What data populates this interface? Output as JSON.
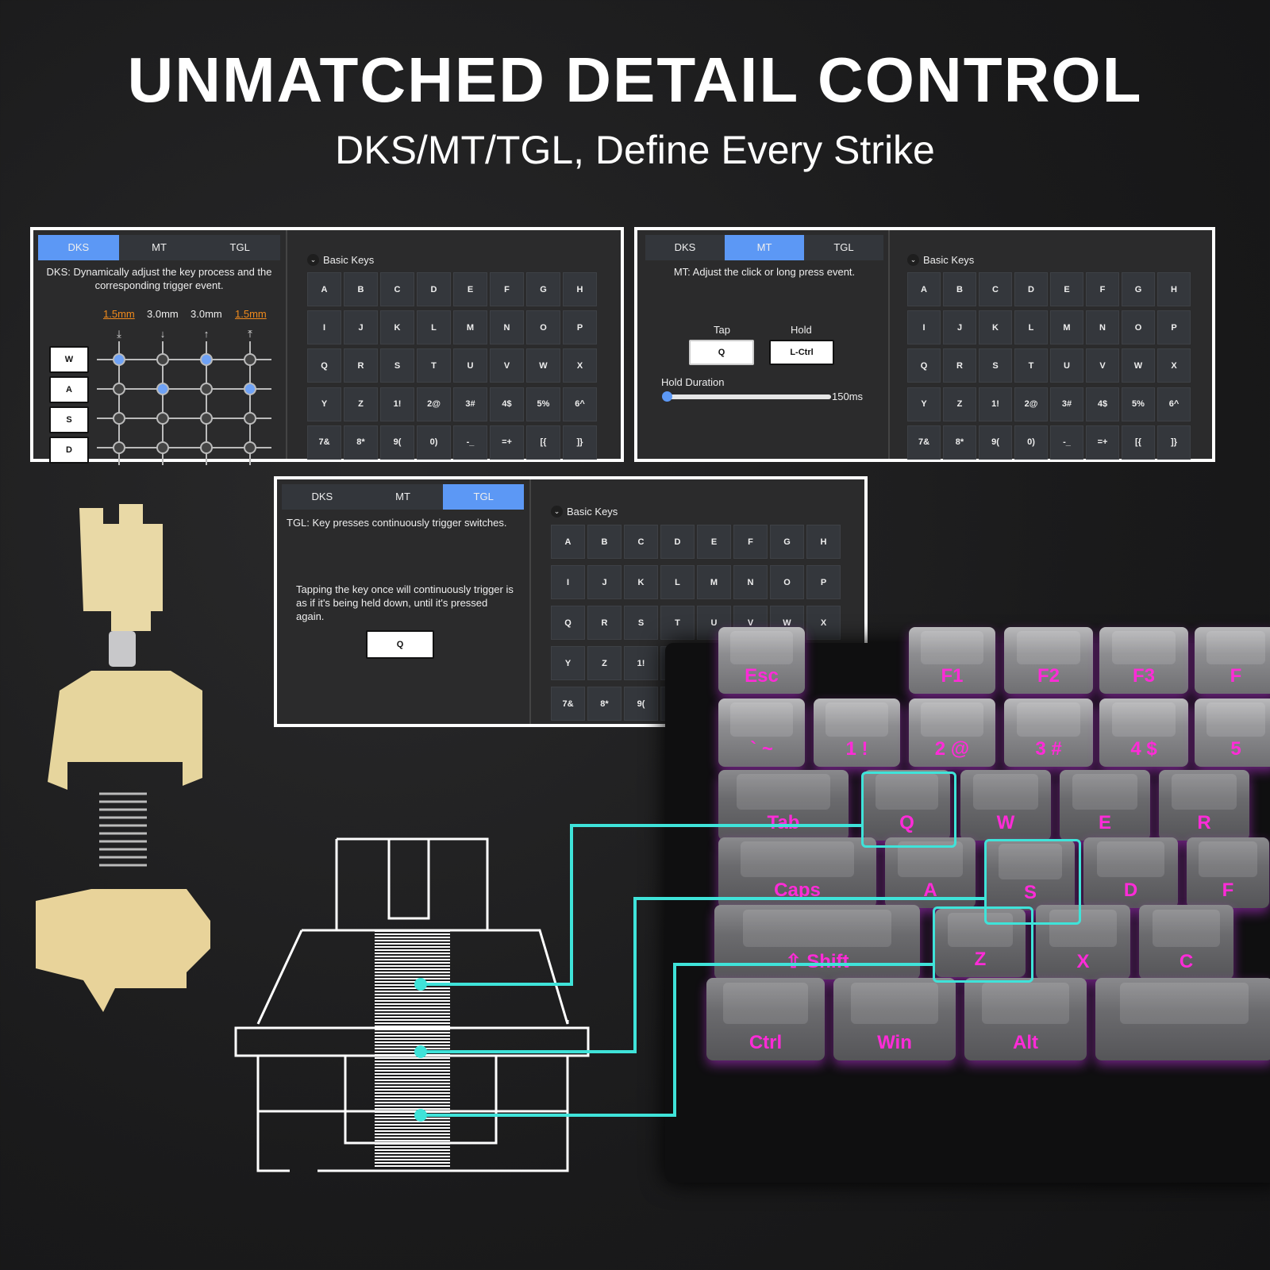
{
  "header": {
    "title": "UNMATCHED DETAIL CONTROL",
    "subtitle": "DKS/MT/TGL, Define Every Strike"
  },
  "tabs": [
    "DKS",
    "MT",
    "TGL"
  ],
  "basic_keys_label": "Basic Keys",
  "keys": [
    "A",
    "B",
    "C",
    "D",
    "E",
    "F",
    "G",
    "H",
    "I",
    "J",
    "K",
    "L",
    "M",
    "N",
    "O",
    "P",
    "Q",
    "R",
    "S",
    "T",
    "U",
    "V",
    "W",
    "X",
    "Y",
    "Z",
    "1!",
    "2@",
    "3#",
    "4$",
    "5%",
    "6^",
    "7&",
    "8*",
    "9(",
    "0)",
    "-_",
    "=+",
    "[{",
    "]}"
  ],
  "dks": {
    "desc": "DKS:  Dynamically adjust the key process and the corresponding trigger event.",
    "distances": [
      "1.5mm",
      "3.0mm",
      "3.0mm",
      "1.5mm"
    ],
    "rows": [
      "W",
      "A",
      "S",
      "D"
    ]
  },
  "mt": {
    "desc": "MT:  Adjust the click or long press event.",
    "tap_label": "Tap",
    "tap_value": "Q",
    "hold_label": "Hold",
    "hold_value": "L-Ctrl",
    "duration_label": "Hold Duration",
    "duration_value": "150ms",
    "slider_fraction": 0
  },
  "tgl": {
    "desc": "TGL:  Key presses continuously trigger switches.",
    "info": "Tapping the key once will continuously trigger is as if it's being held down, until it's pressed again.",
    "key": "Q"
  },
  "keyboard": {
    "row0": [
      "Esc",
      "F1",
      "F2",
      "F3",
      "F"
    ],
    "row1": [
      "` ~",
      "1 !",
      "2 @",
      "3 #",
      "4 $",
      "5"
    ],
    "row2": [
      "Tab",
      "Q",
      "W",
      "E",
      "R"
    ],
    "row3": [
      "Caps",
      "A",
      "S",
      "D",
      "F"
    ],
    "row4": [
      "⇧ Shift",
      "Z",
      "X",
      "C"
    ],
    "row5": [
      "Ctrl",
      "Win",
      "Alt",
      ""
    ]
  },
  "colors": {
    "accent": "#5c98f5",
    "legend": "#ff2bd8",
    "highlight": "#3fe3d9",
    "distance_orange": "#f08a1c"
  }
}
